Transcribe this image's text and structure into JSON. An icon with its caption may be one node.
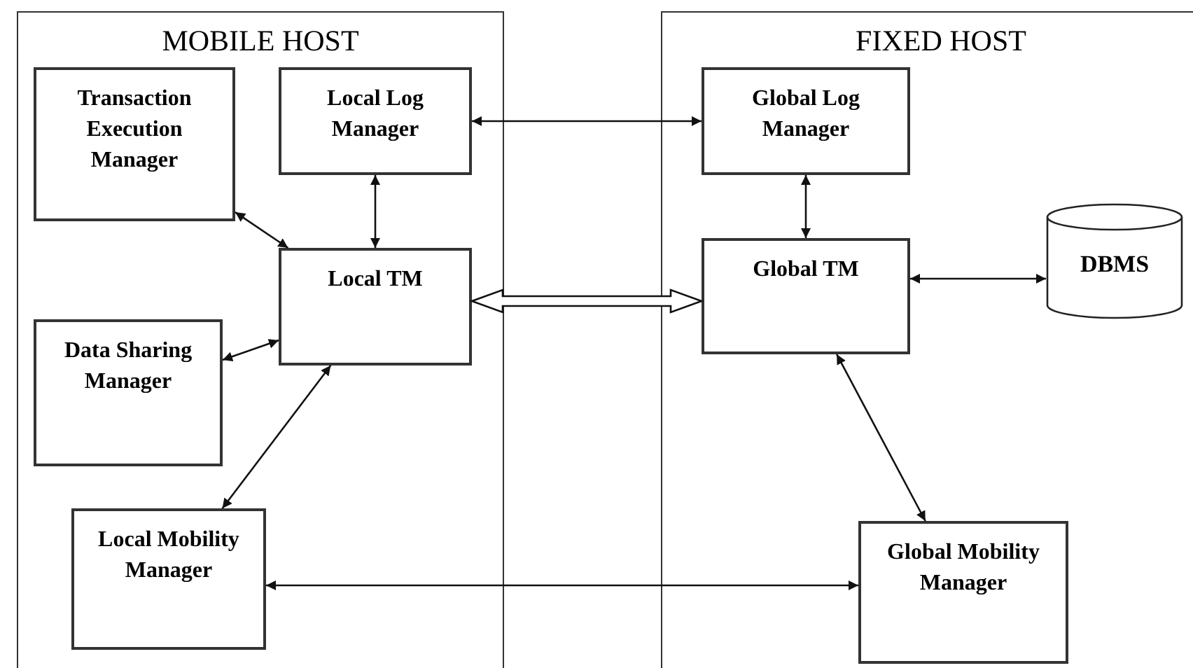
{
  "diagram": {
    "nodes": [
      {
        "text": [
          "MOBILE HOST"
        ]
      },
      {
        "text": [
          "Transaction Execution Manager"
        ],
        "in": 0
      },
      {
        "text": [
          "Local Log Manager"
        ],
        "in": 0
      },
      {
        "text": [
          "Local TM"
        ],
        "in": 0
      },
      {
        "text": [
          "Data Sharing Manager"
        ],
        "in": 0
      },
      {
        "text": [
          "Local Mobility Manager"
        ],
        "in": 0
      },
      {
        "text": [
          "FIXED HOST"
        ]
      },
      {
        "text": [
          "Global Log Manager"
        ],
        "in": 6
      },
      {
        "text": [
          "Global TM"
        ],
        "in": 6
      },
      {
        "text": [
          "DBMS"
        ],
        "in": 6
      },
      {
        "text": [
          "Global Mobility Manager"
        ],
        "in": 6
      }
    ],
    "edges": [
      {
        "from": 2,
        "to": 7,
        "arrow": "both"
      },
      {
        "from": 2,
        "to": 3,
        "arrow": "both"
      },
      {
        "from": 1,
        "to": 3,
        "arrow": "both"
      },
      {
        "from": 4,
        "to": 3,
        "arrow": "both"
      },
      {
        "from": 5,
        "to": 3,
        "arrow": "both"
      },
      {
        "from": 3,
        "to": 8,
        "arrow": "both",
        "style": "thick"
      },
      {
        "from": 7,
        "to": 8,
        "arrow": "both"
      },
      {
        "from": 8,
        "to": 9,
        "arrow": "both"
      },
      {
        "from": 8,
        "to": 10,
        "arrow": "both"
      },
      {
        "from": 5,
        "to": 10,
        "arrow": "both"
      }
    ]
  }
}
